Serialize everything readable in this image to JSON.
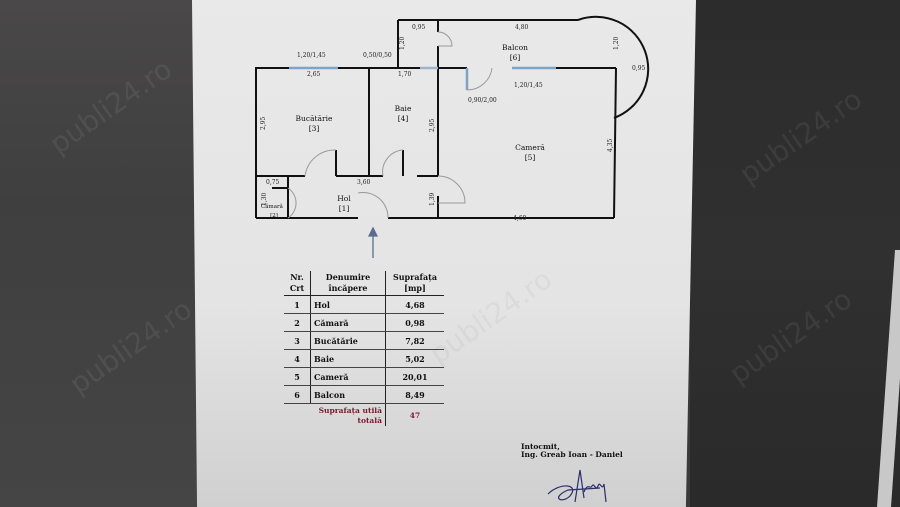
{
  "document": {
    "type": "floor-plan",
    "rooms_on_plan": [
      {
        "name": "Bucătărie",
        "nr": "[3]"
      },
      {
        "name": "Baie",
        "nr": "[4]"
      },
      {
        "name": "Balcon",
        "nr": "[6]"
      },
      {
        "name": "Cameră",
        "nr": "[5]"
      },
      {
        "name": "Hol",
        "nr": "[1]"
      },
      {
        "name": "Cămară",
        "nr": "[2]"
      }
    ],
    "dimensions": {
      "kitchen_window": "1,20/1,45",
      "bath_window": "0,50/0,50",
      "kitchen_width": "2,65",
      "bath_width": "1,70",
      "kitchen_height": "2,95",
      "bath_height": "2,95",
      "storage_top": "0,95",
      "storage_side": "1,20",
      "balcony_length": "4,80",
      "balcony_depth": "1,20",
      "balcony_arc": "0,95",
      "balcony_door": "0,90/2,00",
      "room_window": "1,20/1,45",
      "room_height": "4,35",
      "room_width": "4,60",
      "pantry_width": "0,75",
      "pantry_height": "1,30",
      "hall_length": "3,60",
      "hall_side": "1,39"
    },
    "table": {
      "headers": [
        "Nr.\nCrt",
        "Denumire\nîncăpere",
        "Suprafața\n[mp]"
      ],
      "h1a": "Nr.",
      "h1b": "Crt",
      "h2a": "Denumire",
      "h2b": "încăpere",
      "h3a": "Suprafața",
      "h3b": "[mp]",
      "rows": [
        {
          "nr": "1",
          "name": "Hol",
          "area": "4,68"
        },
        {
          "nr": "2",
          "name": "Cămară",
          "area": "0,98"
        },
        {
          "nr": "3",
          "name": "Bucătărie",
          "area": "7,82"
        },
        {
          "nr": "4",
          "name": "Baie",
          "area": "5,02"
        },
        {
          "nr": "5",
          "name": "Cameră",
          "area": "20,01"
        },
        {
          "nr": "6",
          "name": "Balcon",
          "area": "8,49"
        }
      ],
      "total_label_1": "Suprafața utilă",
      "total_label_2": "totală",
      "total_value": "47"
    },
    "author": {
      "line1": "Intocmit,",
      "line2": "Ing. Greab Ioan - Daniel"
    },
    "watermark": "publi24.ro"
  }
}
